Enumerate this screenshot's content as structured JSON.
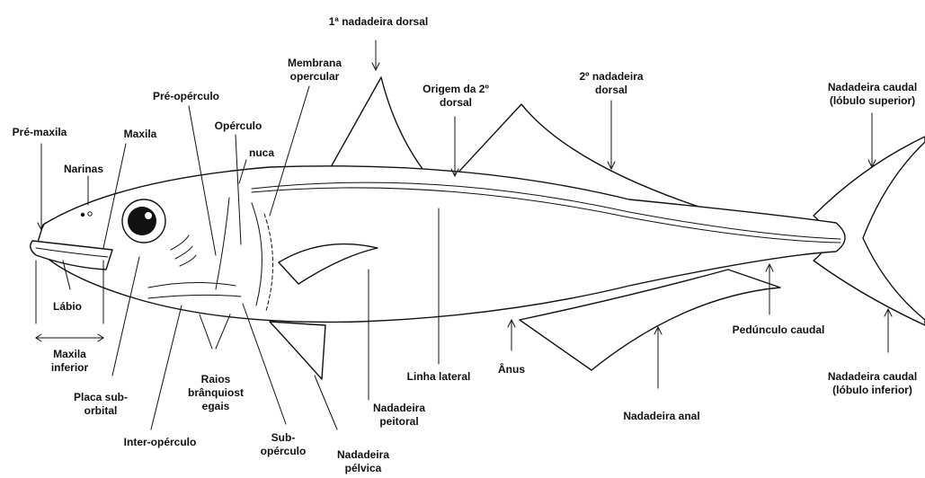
{
  "labels": {
    "dorsal1": "1ª nadadeira dorsal",
    "membrana_l1": "Membrana",
    "membrana_l2": "opercular",
    "origem_l1": "Origem da 2º",
    "origem_l2": "dorsal",
    "dorsal2_l1": "2º nadadeira",
    "dorsal2_l2": "dorsal",
    "caudal_sup_l1": "Nadadeira caudal",
    "caudal_sup_l2": "(lóbulo superior)",
    "preoperculo": "Pré-opérculo",
    "operculo": "Opérculo",
    "nuca": "nuca",
    "premaxila": "Pré-maxila",
    "maxila": "Maxila",
    "narinas": "Narinas",
    "labio": "Lábio",
    "maxila_inf_l1": "Maxila",
    "maxila_inf_l2": "inferior",
    "placa_l1": "Placa sub-",
    "placa_l2": "orbital",
    "raios_l1": "Raios",
    "raios_l2": "brânquiost",
    "raios_l3": "egais",
    "interoperculo": "Inter-opérculo",
    "suboperculo_l1": "Sub-",
    "suboperculo_l2": "opérculo",
    "pelvica_l1": "Nadadeira",
    "pelvica_l2": "pélvica",
    "linha_lateral": "Linha lateral",
    "anus": "Ânus",
    "peitoral_l1": "Nadadeira",
    "peitoral_l2": "peitoral",
    "anal": "Nadadeira anal",
    "peduncolo": "Pedúnculo caudal",
    "caudal_inf_l1": "Nadadeira caudal",
    "caudal_inf_l2": "(lóbulo inferior)"
  },
  "colors": {
    "ink": "#111111",
    "background": "#ffffff"
  }
}
